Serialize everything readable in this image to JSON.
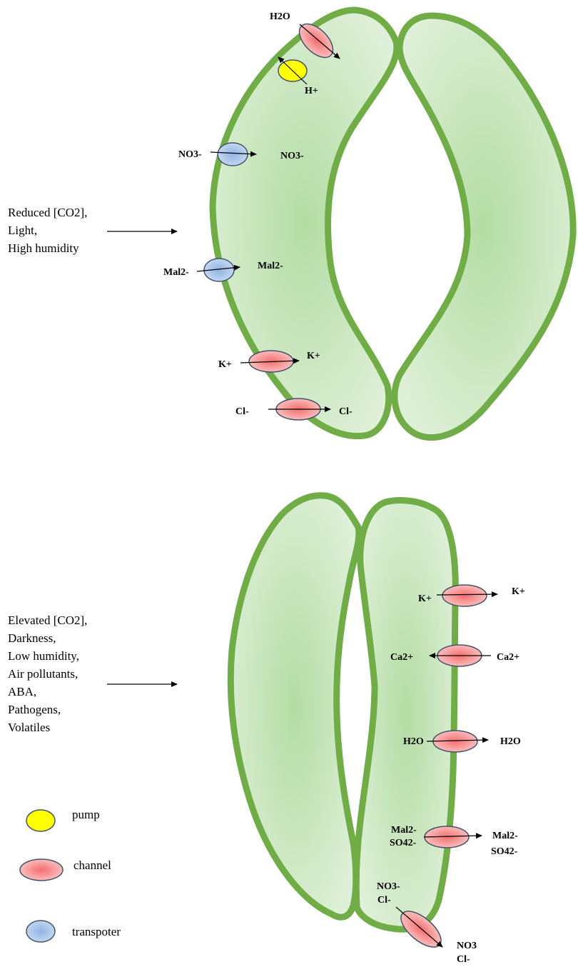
{
  "colors": {
    "cell_fill": "#cfe6c4",
    "cell_stroke": "#70ad47",
    "pump": "#ffff00",
    "channel": "#f4a6a6",
    "transporter": "#a9c6ec",
    "outline": "#44546a"
  },
  "top_panel": {
    "conditions": [
      "Reduced [CO2],",
      "Light,",
      "High humidity"
    ],
    "labels": {
      "h2o": "H2O",
      "h_plus": "H+",
      "no3_out": "NO3-",
      "no3_in": "NO3-",
      "mal_out": "Mal2-",
      "mal_in": "Mal2-",
      "k_out": "K+",
      "k_in": "K+",
      "cl_out": "Cl-",
      "cl_in": "Cl-"
    }
  },
  "bottom_panel": {
    "conditions": [
      "Elevated [CO2],",
      "Darkness,",
      "Low humidity,",
      "Air pollutants,",
      "ABA,",
      "Pathogens,",
      "Volatiles"
    ],
    "labels": {
      "k_in": "K+",
      "k_out": "K+",
      "ca_in": "Ca2+",
      "ca_out": "Ca2+",
      "h2o_in": "H2O",
      "h2o_out": "H2O",
      "mal_in": "Mal2-",
      "so4_in": "SO42-",
      "mal_out": "Mal2-",
      "so4_out": "SO42-",
      "no3_in": "NO3-",
      "cl_in": "Cl-",
      "no3_out": "NO3",
      "cl_out": "Cl-"
    }
  },
  "legend": [
    {
      "label": "pump",
      "icon": "pump-icon"
    },
    {
      "label": "channel",
      "icon": "channel-icon"
    },
    {
      "label": "transpoter",
      "icon": "transporter-icon"
    }
  ]
}
